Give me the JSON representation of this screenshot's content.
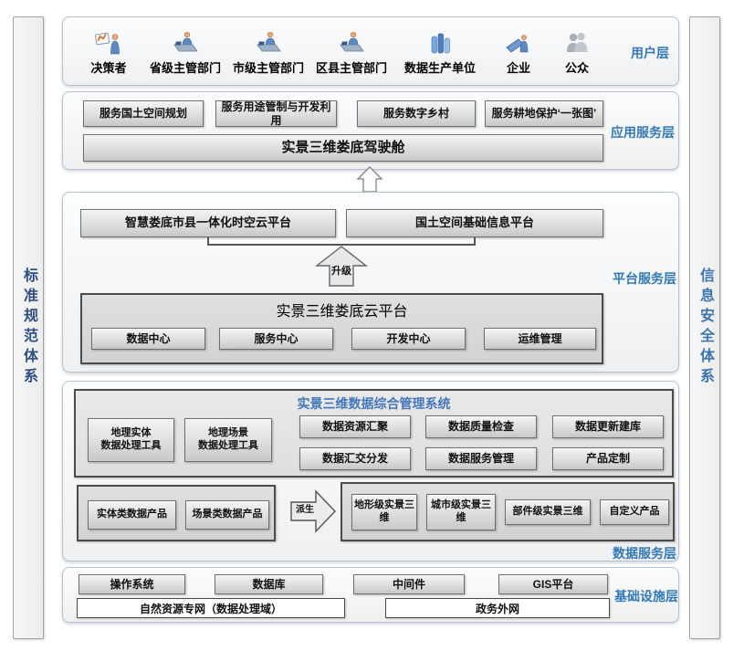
{
  "colors": {
    "layer_label": "#3379b5",
    "mgmt_title": "#4577b9",
    "left_bar_text": "#2f4f80",
    "right_bar_text": "#3d76b0",
    "icon_blue": "#5b87c5",
    "icon_gray": "#a9b0b7"
  },
  "sidebars": {
    "left": "标准规范体系",
    "right": "信息安全体系"
  },
  "user_layer": {
    "label": "用户层",
    "items": [
      {
        "label": "决策者",
        "icon": "presenter-icon"
      },
      {
        "label": "省级主管部门",
        "icon": "department-desk-icon"
      },
      {
        "label": "市级主管部门",
        "icon": "department-desk-icon"
      },
      {
        "label": "区县主管部门",
        "icon": "department-desk-icon"
      },
      {
        "label": "数据生产单位",
        "icon": "data-producer-icon"
      },
      {
        "label": "企业",
        "icon": "enterprise-icon"
      },
      {
        "label": "公众",
        "icon": "public-people-icon"
      }
    ]
  },
  "app_layer": {
    "label": "应用服务层",
    "boxes": [
      "服务国土空间规划",
      "服务用途管制与开发利用",
      "服务数字乡村",
      "服务耕地保护‘一张图’"
    ],
    "cockpit": "实景三维娄底驾驶舱"
  },
  "platform_layer": {
    "label": "平台服务层",
    "platforms": [
      "智慧娄底市县一体化时空云平台",
      "国土空间基础信息平台"
    ],
    "upgrade_label": "升级",
    "cloud": {
      "title": "实景三维娄底云平台",
      "modules": [
        "数据中心",
        "服务中心",
        "开发中心",
        "运维管理"
      ]
    }
  },
  "data_layer": {
    "label": "数据服务层",
    "management": {
      "title": "实景三维数据综合管理系统",
      "tools": [
        {
          "line1": "地理实体",
          "line2": "数据处理工具"
        },
        {
          "line1": "地理场景",
          "line2": "数据处理工具"
        }
      ],
      "functions": [
        "数据资源汇聚",
        "数据质量检查",
        "数据更新建库",
        "数据汇交分发",
        "数据服务管理",
        "产品定制"
      ]
    },
    "products": {
      "source": [
        "实体类数据产品",
        "场景类数据产品"
      ],
      "derive_label": "派生",
      "derived": [
        "地形级实景三维",
        "城市级实景三维",
        "部件级实景三维",
        "自定义产品"
      ]
    }
  },
  "infra_layer": {
    "label": "基础设施层",
    "components": [
      "操作系统",
      "数据库",
      "中间件",
      "GIS平台"
    ],
    "networks": [
      "自然资源专网（数据处理域）",
      "政务外网"
    ]
  }
}
